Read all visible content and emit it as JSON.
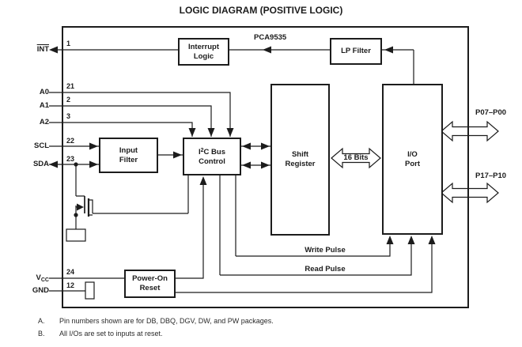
{
  "title": "LOGIC DIAGRAM (POSITIVE LOGIC)",
  "chip_label": "PCA9535",
  "colors": {
    "ink": "#1c1c1c",
    "background": "#ffffff"
  },
  "blocks": {
    "interrupt_logic": "Interrupt\nLogic",
    "lp_filter": "LP Filter",
    "input_filter": "Input\nFilter",
    "i2c": {
      "l1a": "I",
      "l1b": "2",
      "l1c": "C Bus",
      "l2": "Control"
    },
    "shift_register": "Shift\nRegister",
    "io_port": "I/O\nPort",
    "power_on_reset": "Power-On\nReset"
  },
  "pins": {
    "int": {
      "label": "INT",
      "number": "1"
    },
    "a0": {
      "label": "A0",
      "number": "21"
    },
    "a1": {
      "label": "A1",
      "number": "2"
    },
    "a2": {
      "label": "A2",
      "number": "3"
    },
    "scl": {
      "label": "SCL",
      "number": "22"
    },
    "sda": {
      "label": "SDA",
      "number": "23"
    },
    "vcc": {
      "base": "V",
      "sub": "CC",
      "number": "24"
    },
    "gnd": {
      "label": "GND",
      "number": "12"
    }
  },
  "ports": {
    "p0": "P07–P00",
    "p1": "P17–P10"
  },
  "signals": {
    "write_pulse": "Write Pulse",
    "read_pulse": "Read Pulse",
    "bus_width": "16 Bits"
  },
  "notes": [
    {
      "marker": "A.",
      "text": "Pin numbers shown are for DB, DBQ, DGV, DW, and PW packages."
    },
    {
      "marker": "B.",
      "text": "All I/Os are set to inputs at reset."
    }
  ]
}
